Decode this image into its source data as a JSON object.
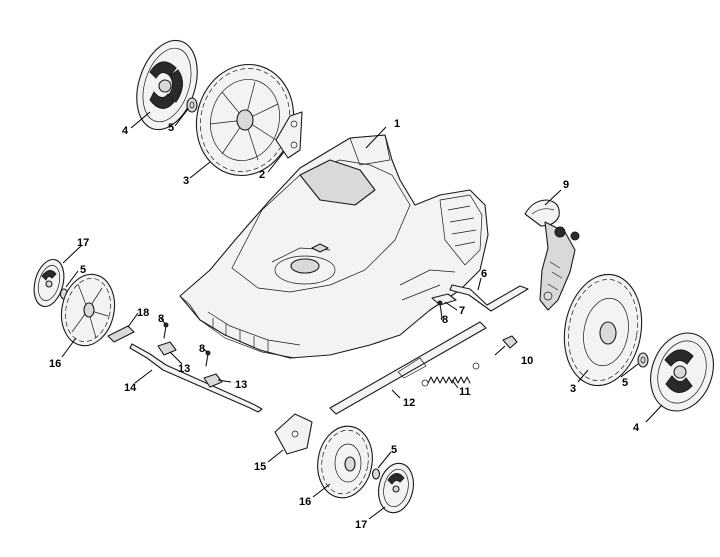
{
  "callouts": [
    {
      "id": "c1",
      "text": "1"
    },
    {
      "id": "c2",
      "text": "2"
    },
    {
      "id": "c3a",
      "text": "3"
    },
    {
      "id": "c3b",
      "text": "3"
    },
    {
      "id": "c4a",
      "text": "4"
    },
    {
      "id": "c4b",
      "text": "4"
    },
    {
      "id": "c5a",
      "text": "5"
    },
    {
      "id": "c5b",
      "text": "5"
    },
    {
      "id": "c5c",
      "text": "5"
    },
    {
      "id": "c5d",
      "text": "5"
    },
    {
      "id": "c6",
      "text": "6"
    },
    {
      "id": "c7",
      "text": "7"
    },
    {
      "id": "c8a",
      "text": "8"
    },
    {
      "id": "c8b",
      "text": "8"
    },
    {
      "id": "c8c",
      "text": "8"
    },
    {
      "id": "c9",
      "text": "9"
    },
    {
      "id": "c10",
      "text": "10"
    },
    {
      "id": "c11",
      "text": "11"
    },
    {
      "id": "c12",
      "text": "12"
    },
    {
      "id": "c13a",
      "text": "13"
    },
    {
      "id": "c13b",
      "text": "13"
    },
    {
      "id": "c14",
      "text": "14"
    },
    {
      "id": "c15",
      "text": "15"
    },
    {
      "id": "c16a",
      "text": "16"
    },
    {
      "id": "c16b",
      "text": "16"
    },
    {
      "id": "c17a",
      "text": "17"
    },
    {
      "id": "c17b",
      "text": "17"
    },
    {
      "id": "c18",
      "text": "18"
    }
  ]
}
